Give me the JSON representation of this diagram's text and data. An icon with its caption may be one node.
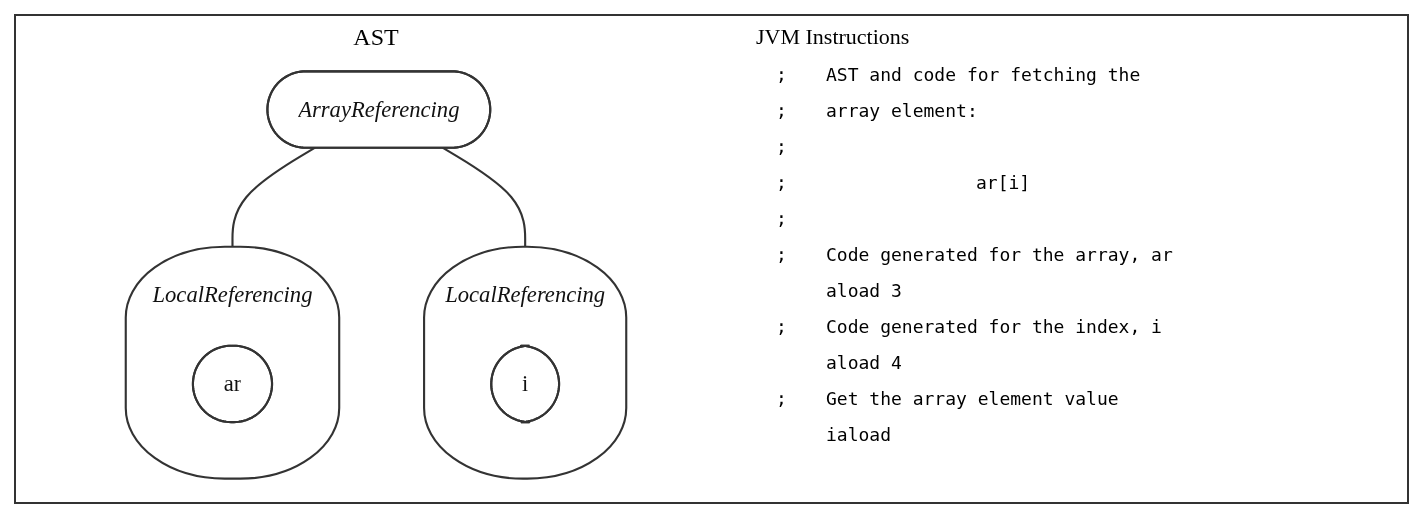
{
  "diagram": {
    "nodes": [
      {
        "text": [
          "ArrayReferencing"
        ]
      },
      {
        "text": [
          "LocalReferencing"
        ]
      },
      {
        "text": [
          "ar"
        ],
        "in": 1
      },
      {
        "text": [
          "LocalReferencing"
        ]
      },
      {
        "text": [
          "i"
        ],
        "in": 3
      }
    ],
    "edges": [
      {
        "from": 0,
        "to": 1,
        "arrow": "none"
      },
      {
        "from": 0,
        "to": 3,
        "arrow": "none"
      }
    ],
    "labels": [
      "AST",
      "JVM Instructions",
      ";",
      "AST and code for fetching the",
      ";",
      "array element:",
      ";",
      ";",
      "ar[i]",
      ";",
      ";",
      "Code generated for the array, ar",
      "aload 3",
      ";",
      "Code generated for the index, i",
      "aload 4",
      ";",
      "Get the array element value",
      "iaload"
    ]
  }
}
